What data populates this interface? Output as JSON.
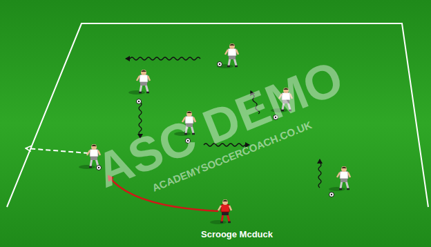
{
  "diagram": {
    "labels": [
      "ASC DEMO",
      "ACADEMYSOCCERCOACH.CO.UK",
      "Scrooge Mcduck"
    ]
  }
}
